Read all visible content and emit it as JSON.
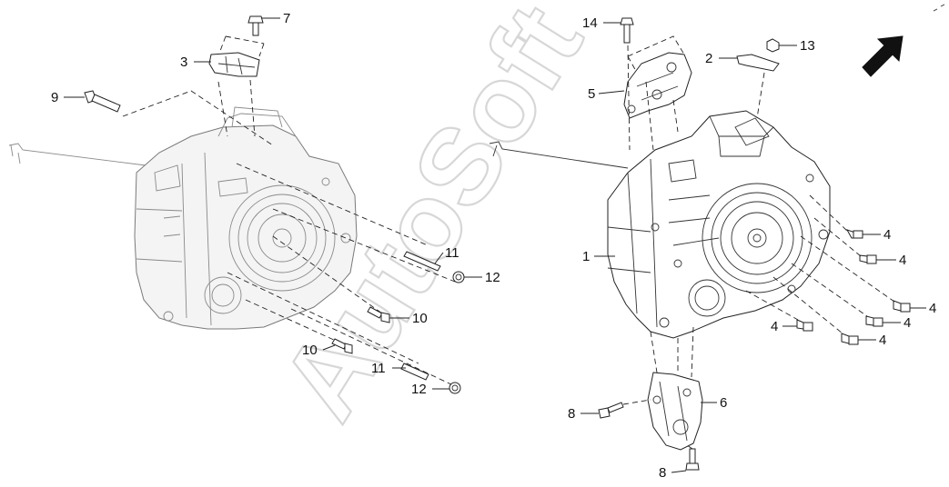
{
  "watermark": "AutoSoft",
  "callouts": [
    {
      "id": "c7",
      "label": "7"
    },
    {
      "id": "c3",
      "label": "3"
    },
    {
      "id": "c9",
      "label": "9"
    },
    {
      "id": "c11a",
      "label": "11"
    },
    {
      "id": "c12a",
      "label": "12"
    },
    {
      "id": "c10a",
      "label": "10"
    },
    {
      "id": "c10b",
      "label": "10"
    },
    {
      "id": "c11b",
      "label": "11"
    },
    {
      "id": "c12b",
      "label": "12"
    },
    {
      "id": "c14",
      "label": "14"
    },
    {
      "id": "c5",
      "label": "5"
    },
    {
      "id": "c2",
      "label": "2"
    },
    {
      "id": "c13",
      "label": "13"
    },
    {
      "id": "c1",
      "label": "1"
    },
    {
      "id": "c4a",
      "label": "4"
    },
    {
      "id": "c4b",
      "label": "4"
    },
    {
      "id": "c4c",
      "label": "4"
    },
    {
      "id": "c4d",
      "label": "4"
    },
    {
      "id": "c4e",
      "label": "4"
    },
    {
      "id": "c4f",
      "label": "4"
    },
    {
      "id": "c6",
      "label": "6"
    },
    {
      "id": "c8a",
      "label": "8"
    },
    {
      "id": "c8b",
      "label": "8"
    }
  ],
  "colors": {
    "line": "#222222",
    "watermark": "#d7d7d7",
    "background": "#ffffff"
  }
}
